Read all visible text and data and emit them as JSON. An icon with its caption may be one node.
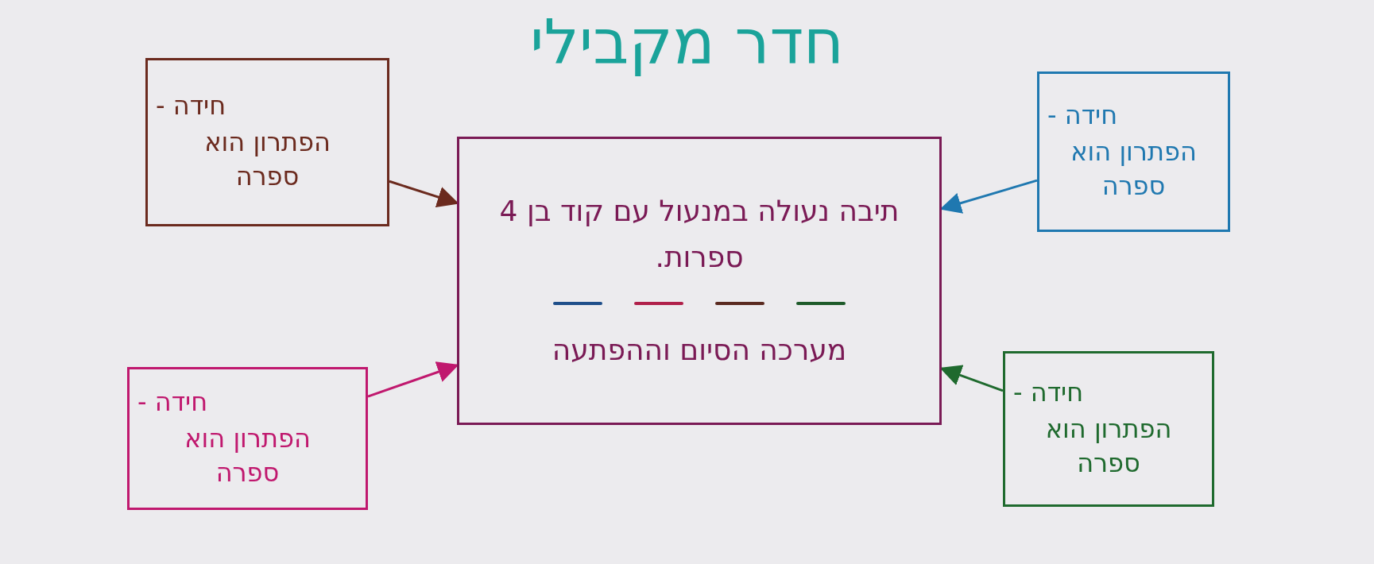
{
  "diagram": {
    "title": "חדר מקבילי",
    "nodes": [
      {
        "text": [
          "חידה -",
          "הפתרון הוא ספרה"
        ]
      },
      {
        "text": [
          "חידה -",
          "הפתרון הוא ספרה"
        ]
      },
      {
        "text": [
          "תיבה נעולה במנעול עם קוד בן 4 ספרות.",
          "מערכה הסיום וההפתעה"
        ]
      },
      {
        "text": [
          "חידה -",
          "הפתרון הוא ספרה"
        ]
      },
      {
        "text": [
          "חידה -",
          "הפתרון הוא ספרה"
        ]
      }
    ],
    "edges": [
      {
        "from": 0,
        "to": 2,
        "arrow": "to",
        "color": "#6b2a1e"
      },
      {
        "from": 1,
        "to": 2,
        "arrow": "to",
        "color": "#1f78b0"
      },
      {
        "from": 3,
        "to": 2,
        "arrow": "to",
        "color": "#c0186e"
      },
      {
        "from": 4,
        "to": 2,
        "arrow": "to",
        "color": "#1f6a2e"
      }
    ]
  }
}
